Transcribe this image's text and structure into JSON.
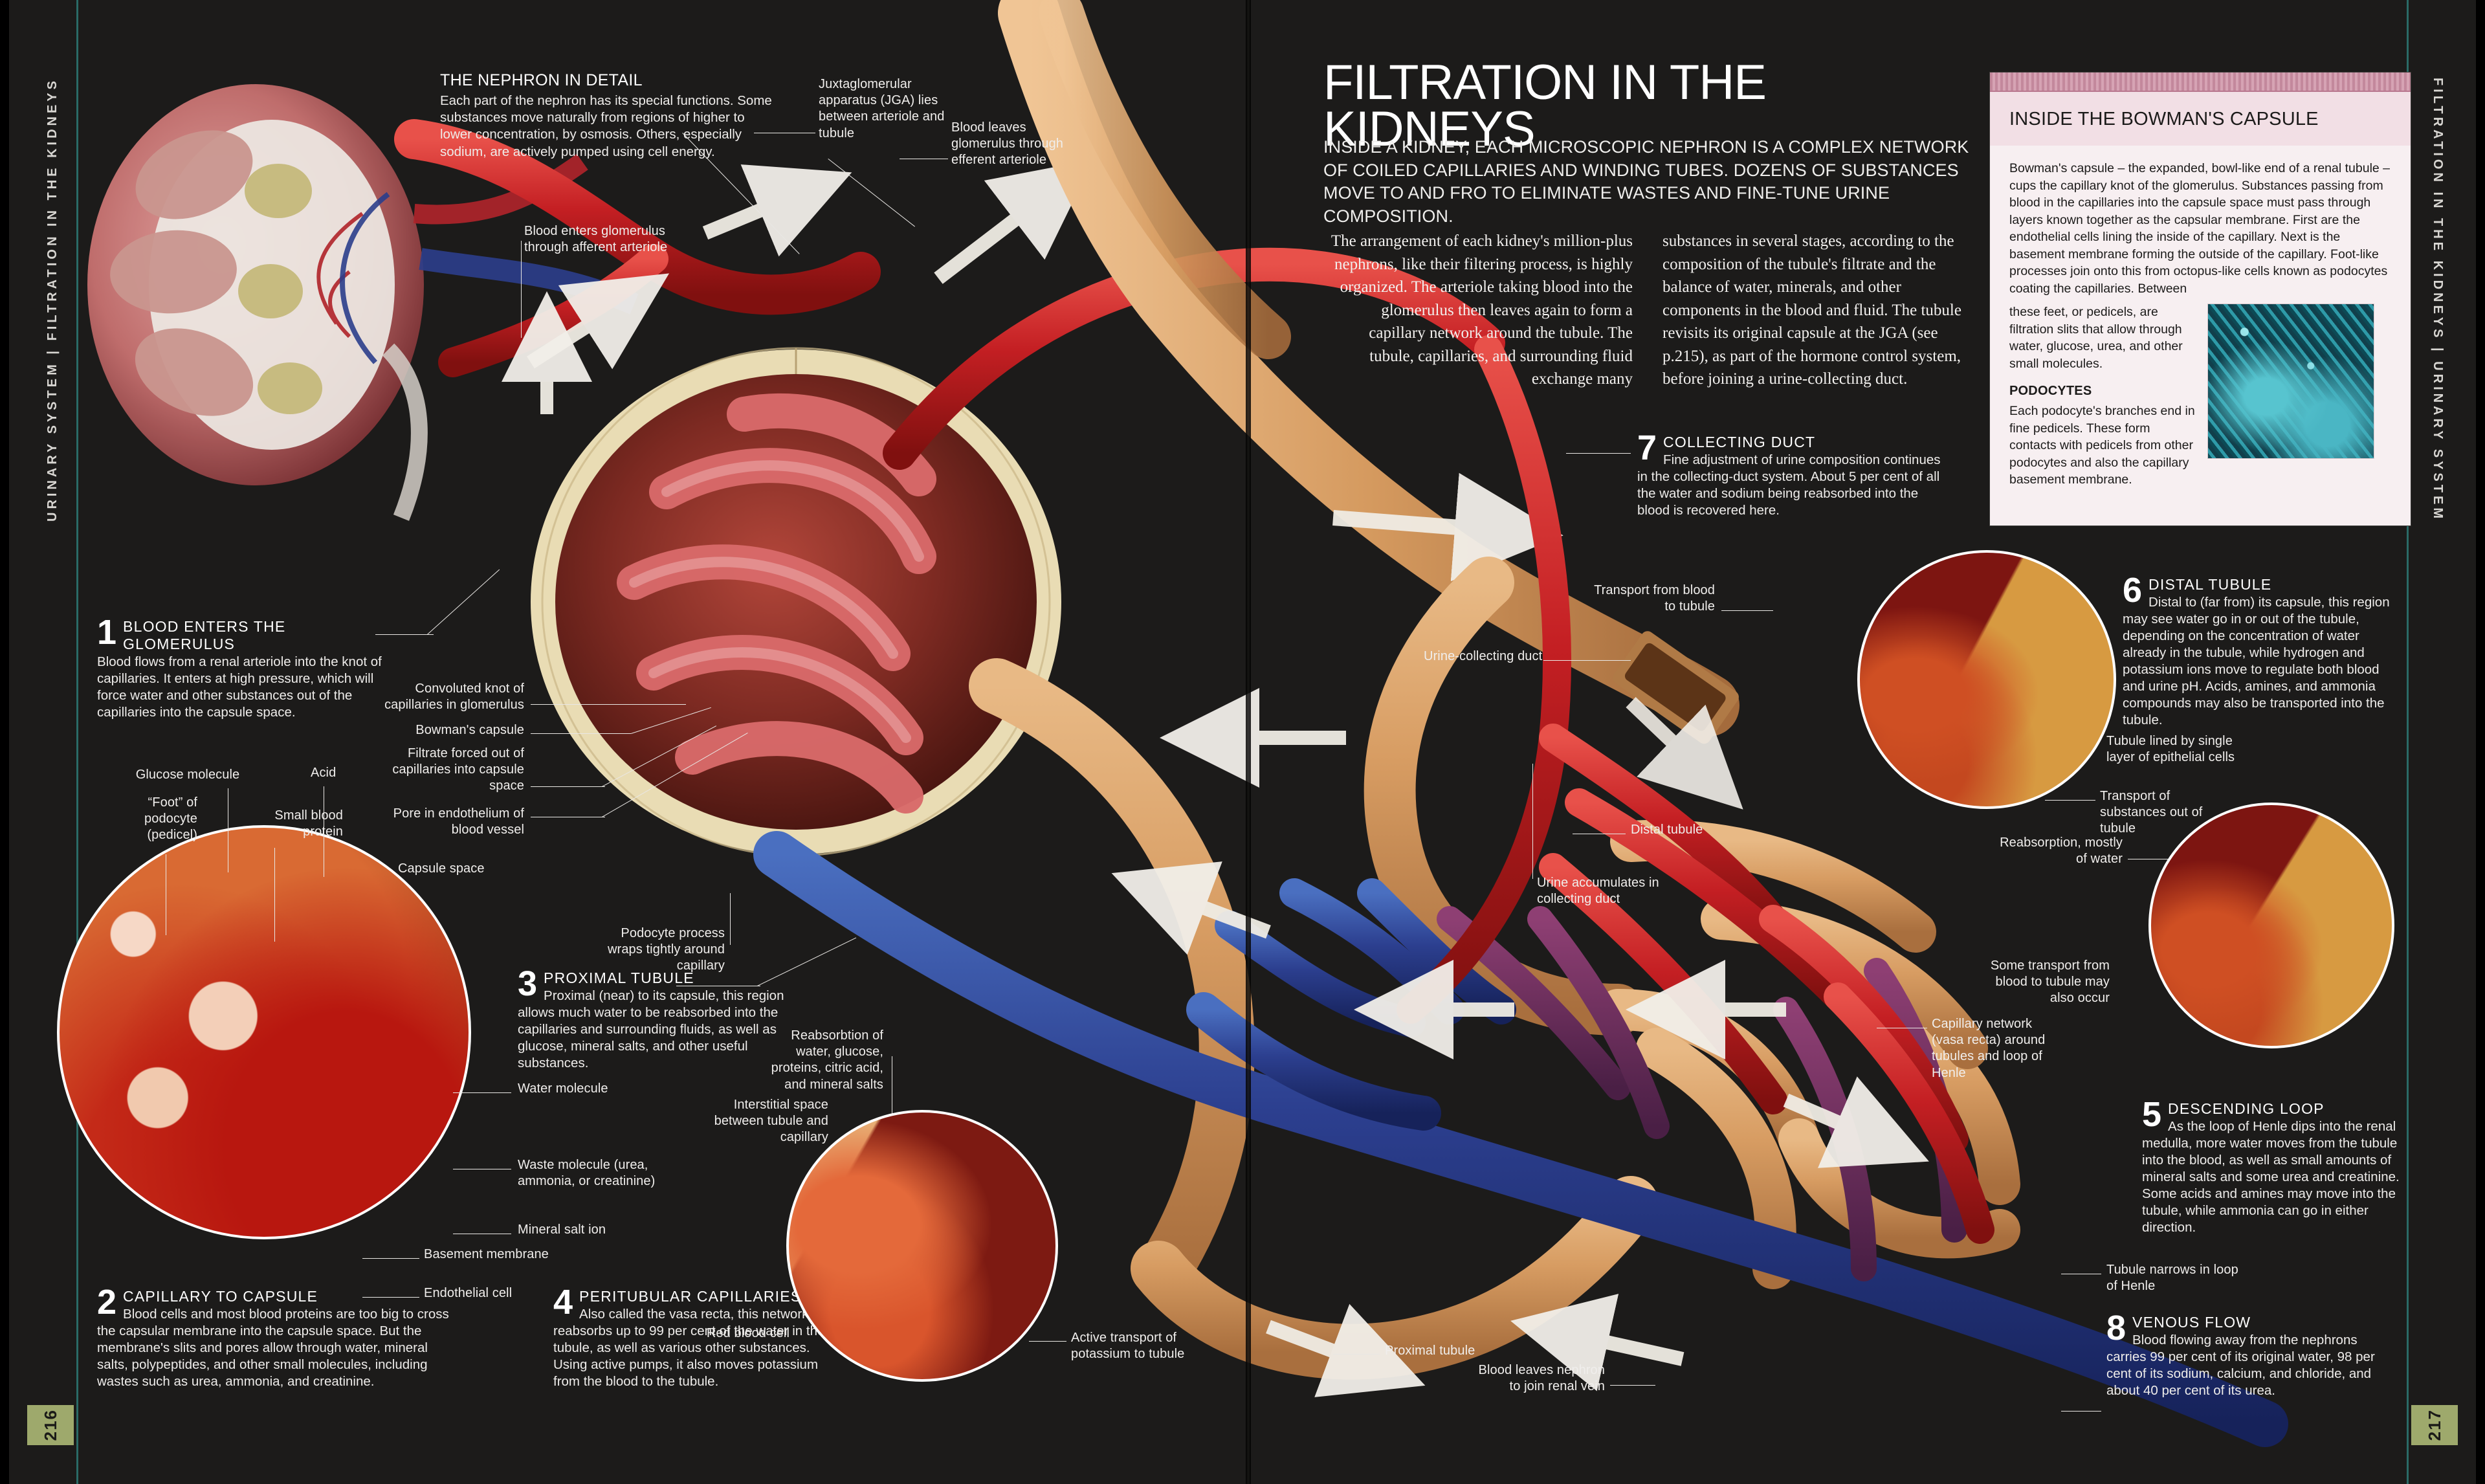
{
  "spread": {
    "side_tab_left": "URINARY SYSTEM  |  FILTRATION IN THE KIDNEYS",
    "side_tab_right": "FILTRATION IN THE KIDNEYS  |  URINARY SYSTEM",
    "folio_left": "216",
    "folio_right": "217",
    "accent_rule": "#2a6a66",
    "folio_color": "#9ea96c",
    "background": "#1c1b1a"
  },
  "header": {
    "title": "FILTRATION IN THE KIDNEYS",
    "standfirst": "INSIDE A KIDNEY, EACH MICROSCOPIC NEPHRON IS A COMPLEX NETWORK OF COILED CAPILLARIES AND WINDING TUBES. DOZENS OF SUBSTANCES MOVE TO AND FRO TO ELIMINATE WASTES AND FINE-TUNE URINE COMPOSITION.",
    "intro_col_1": "The arrangement of each kidney's million-plus nephrons, like their filtering process, is highly organized. The arteriole taking blood into the glomerulus then leaves again to form a capillary network around the tubule. The tubule, capillaries, and surrounding fluid exchange many",
    "intro_col_2": "substances in several stages, according to the composition of the tubule's filtrate and the balance of water, minerals, and other components in the blood and fluid. The tubule revisits its original capsule at the JGA (see p.215), as part of the hormone control system, before joining a urine-collecting duct."
  },
  "panel": {
    "title": "INSIDE THE BOWMAN'S CAPSULE",
    "body": "Bowman's capsule – the expanded, bowl-like end of a renal tubule – cups the capillary knot of the glomerulus. Substances passing from blood in the capillaries into the capsule space must pass through layers known together as the capsular membrane. First are the endothelial cells lining the inside of the capillary. Next is the basement membrane forming the outside of the capillary. Foot-like processes join onto this from octopus-like cells known as podocytes coating the capillaries. Between",
    "body_continued": "these feet, or pedicels, are filtration slits that allow through water, glucose, urea, and other small molecules.",
    "sub_title": "PODOCYTES",
    "sub_body": "Each podocyte's branches end in fine pedicels. These form contacts with pedicels from other podocytes and also the capillary basement membrane.",
    "micrograph_caption": "podocyte-micrograph"
  },
  "nephron_detail": {
    "title": "THE NEPHRON IN DETAIL",
    "body": "Each part of the nephron has its special functions. Some substances move naturally from regions of higher to lower concentration, by osmosis. Others, especially sodium, are actively pumped using cell energy."
  },
  "callouts": [
    {
      "num": "1",
      "title": "BLOOD ENTERS THE GLOMERULUS",
      "body": "Blood flows from a renal arteriole into the knot of capillaries. It enters at high pressure, which will force water and other substances out of the capillaries into the capsule space."
    },
    {
      "num": "2",
      "title": "CAPILLARY TO CAPSULE",
      "body": "Blood cells and most blood proteins are too big to cross the capsular membrane into the capsule space. But the membrane's slits and pores allow through water, mineral salts, polypeptides, and other small molecules, including wastes such as urea, ammonia, and creatinine."
    },
    {
      "num": "3",
      "title": "PROXIMAL TUBULE",
      "body": "Proximal (near) to its capsule, this region allows much water to be reabsorbed into the capillaries and surrounding fluids, as well as glucose, mineral salts, and other useful substances."
    },
    {
      "num": "4",
      "title": "PERITUBULAR CAPILLARIES",
      "body": "Also called the vasa recta, this network reabsorbs up to 99 per cent of the water in the tubule, as well as various other substances. Using active pumps, it also moves potassium from the blood to the tubule."
    },
    {
      "num": "5",
      "title": "DESCENDING LOOP",
      "body": "As the loop of Henle dips into the renal medulla, more water moves from the tubule into the blood, as well as small amounts of mineral salts and some urea and creatinine. Some acids and amines may move into the tubule, while ammonia can go in either direction."
    },
    {
      "num": "6",
      "title": "DISTAL TUBULE",
      "body": "Distal to (far from) its capsule, this region may see water go in or out of the tubule, depending on the concentration of water already in the tubule, while hydrogen and potassium ions move to regulate both blood and urine pH. Acids, amines, and ammonia compounds may also be transported into the tubule."
    },
    {
      "num": "7",
      "title": "COLLECTING DUCT",
      "body": "Fine adjustment of urine composition continues in the collecting-duct system. About 5 per cent of all the water and sodium being reabsorbed into the blood is recovered here."
    },
    {
      "num": "8",
      "title": "VENOUS FLOW",
      "body": "Blood flowing away from the nephrons carries 99 per cent of its original water, 98 per cent of its sodium, calcium, and chloride, and about 40 per cent of its urea."
    }
  ],
  "labels": {
    "blood_enters": "Blood enters glomerulus through afferent arteriole",
    "jga": "Juxtaglomerular apparatus (JGA) lies between arteriole and tubule",
    "blood_leaves_efferent": "Blood leaves glomerulus through efferent arteriole",
    "convoluted_knot": "Convoluted knot of capillaries in glomerulus",
    "bowmans_capsule": "Bowman's capsule",
    "filtrate_forced": "Filtrate forced out of capillaries into capsule space",
    "pore_endothelium": "Pore in endothelium of blood vessel",
    "capsule_space": "Capsule space",
    "glucose_molecule": "Glucose molecule",
    "foot_podocyte": "“Foot” of podocyte (pedicel)",
    "small_blood_protein": "Small blood protein",
    "acid": "Acid",
    "podocyte_process": "Podocyte process wraps tightly around capillary",
    "water_molecule": "Water molecule",
    "waste_molecule": "Waste molecule (urea, ammonia, or creatinine)",
    "mineral_salt_ion": "Mineral salt ion",
    "basement_membrane": "Basement membrane",
    "endothelial_cell": "Endothelial cell",
    "reabsorption_of": "Reabsorbtion of water, glucose, proteins, citric acid, and mineral salts",
    "interstitial_space": "Interstitial space between tubule and capillary",
    "red_blood_cell": "Red blood cell",
    "active_transport_k": "Active transport of potassium to tubule",
    "proximal_tubule_lbl": "Proximal tubule",
    "blood_leaves_vein": "Blood leaves nephron to join renal vein",
    "transport_blood_to_tubule": "Transport from blood to tubule",
    "urine_collecting_duct": "Urine-collecting duct",
    "distal_tubule_lbl": "Distal tubule",
    "urine_accumulates": "Urine accumulates in collecting duct",
    "transport_out_of_tubule": "Transport of substances out of tubule",
    "tubule_lined": "Tubule lined by single layer of epithelial cells",
    "reabsorption_water": "Reabsorption, mostly of water",
    "some_transport": "Some transport from blood to tubule may also occur",
    "capillary_network": "Capillary network (vasa recta) around tubules and loop of Henle",
    "tubule_narrows": "Tubule narrows in loop of Henle"
  }
}
